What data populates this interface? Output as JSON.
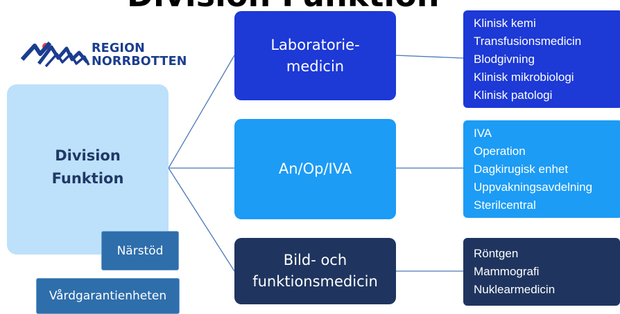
{
  "title": "Division Funktion",
  "logo": {
    "line1": "REGION",
    "line2": "NORRBOTTEN",
    "brand_color": "#1b3d8f",
    "accent_dot_color": "#e8413c"
  },
  "division": {
    "line1": "Division",
    "line2": "Funktion"
  },
  "sub_units": {
    "narstod": "Närstöd",
    "vardgaranti": "Vårdgarantienheten"
  },
  "departments": [
    {
      "label_lines": [
        "Laboratorie-",
        "medicin"
      ],
      "color": "#1d39d6",
      "units": [
        "Klinisk kemi",
        "Transfusionsmedicin",
        "Blodgivning",
        "Klinisk mikrobiologi",
        "Klinisk patologi"
      ]
    },
    {
      "label_lines": [
        "An/Op/IVA"
      ],
      "color": "#1c9cf5",
      "units": [
        "IVA",
        "Operation",
        "Dagkirugisk enhet",
        "Uppvakningsavdelning",
        "Sterilcentral"
      ]
    },
    {
      "label_lines": [
        "Bild- och",
        "funktionsmedicin"
      ],
      "color": "#1f355f",
      "units": [
        "Röntgen",
        "Mammografi",
        "Nuklearmedicin"
      ]
    }
  ]
}
